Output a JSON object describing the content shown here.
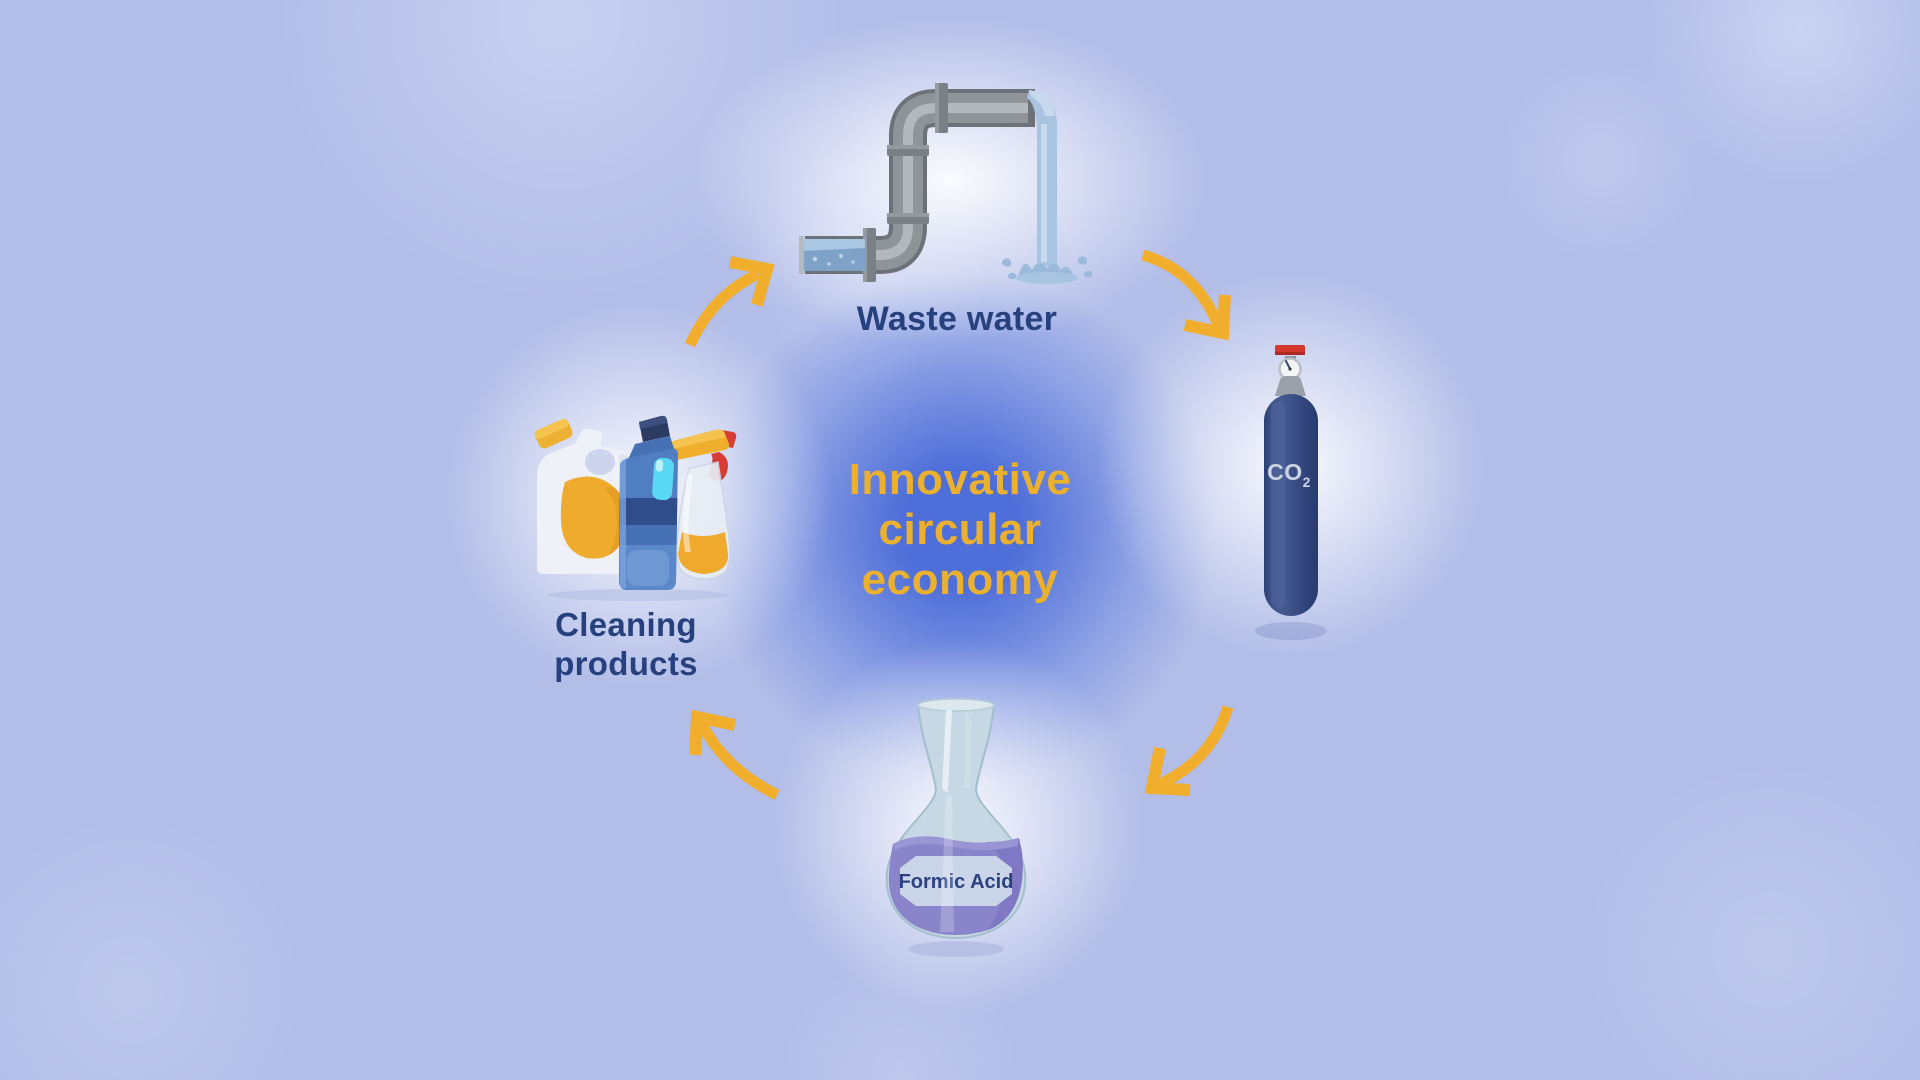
{
  "title": {
    "text": "Innovative\ncircular\neconomy",
    "color": "#ebb12e"
  },
  "cycle": {
    "direction": "clockwise",
    "steps": [
      "Waste water",
      "CO2",
      "Formic Acid",
      "Cleaning products"
    ],
    "arrow_color": "#f0ae2c",
    "arrow_count": 4
  },
  "nodes": {
    "waste_water": {
      "label": "Waste water",
      "icon": "waste-water-pipe-icon"
    },
    "co2": {
      "tank_text": "CO",
      "tank_text_subscript": "2",
      "icon": "co2-gas-cylinder-icon"
    },
    "formic_acid": {
      "flask_label": "Formic Acid",
      "icon": "formic-acid-flask-icon"
    },
    "cleaning_products": {
      "label": "Cleaning\nproducts",
      "icon": "cleaning-products-icon"
    }
  },
  "colors": {
    "background": "#b2bde8",
    "center_glow_blue": "#5b79dd",
    "accent_gold": "#f0ae2c",
    "label_navy": "#27407e",
    "cylinder_navy": "#34497f",
    "valve_red": "#d4382f",
    "flask_liquid_purple": "#8a84ca",
    "water_blue": "#a9c4e1",
    "pipe_gray": "#8f9499"
  }
}
